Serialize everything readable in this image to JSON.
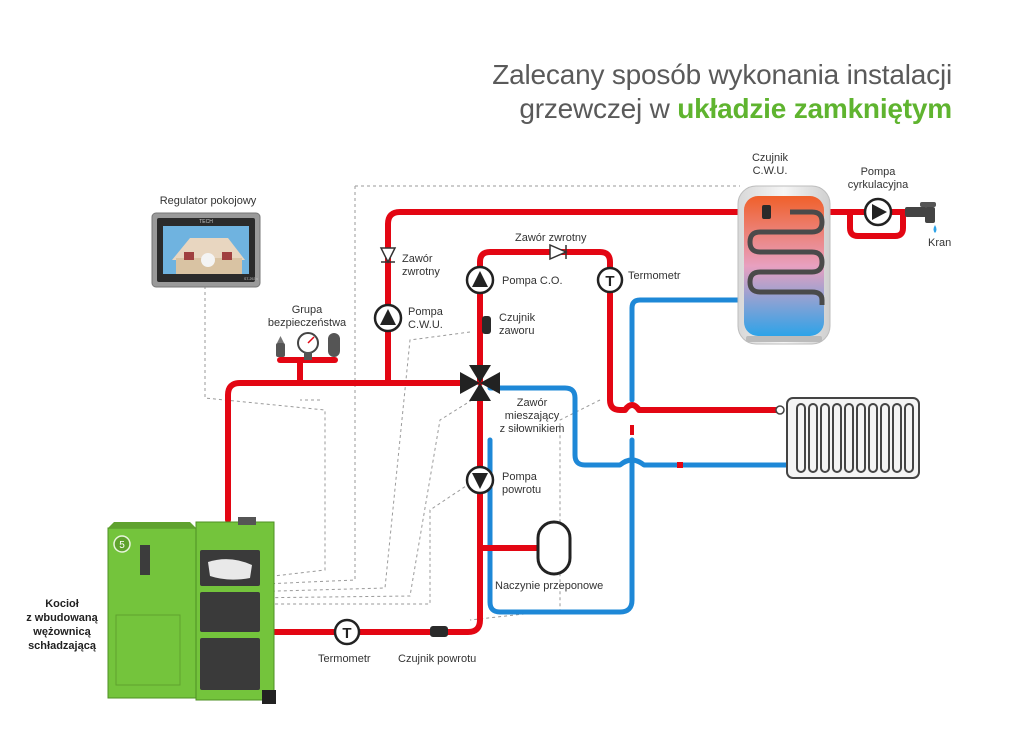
{
  "title": {
    "line1": "Zalecany sposób wykonania instalacji",
    "line2_prefix": "grzewczej w ",
    "line2_highlight": "układzie zamkniętym"
  },
  "labels": {
    "room_regulator": "Regulator pokojowy",
    "safety_group_1": "Grupa",
    "safety_group_2": "bezpieczeństwa",
    "check_valve_a_1": "Zawór",
    "check_valve_a_2": "zwrotny",
    "check_valve_b": "Zawór zwrotny",
    "pump_cwu_1": "Pompa",
    "pump_cwu_2": "C.W.U.",
    "pump_co": "Pompa C.O.",
    "thermometer_top": "Termometr",
    "valve_sensor_1": "Czujnik",
    "valve_sensor_2": "zaworu",
    "mixing_valve_1": "Zawór",
    "mixing_valve_2": "mieszający",
    "mixing_valve_3": "z siłownikiem",
    "return_pump_1": "Pompa",
    "return_pump_2": "powrotu",
    "expansion_vessel": "Naczynie przeponowe",
    "thermometer_bottom": "Termometr",
    "return_sensor": "Czujnik powrotu",
    "cwu_sensor_1": "Czujnik",
    "cwu_sensor_2": "C.W.U.",
    "circ_pump_1": "Pompa",
    "circ_pump_2": "cyrkulacyjna",
    "tap": "Kran",
    "boiler_1": "Kocioł",
    "boiler_2": "z wbudowaną",
    "boiler_3": "wężownicą",
    "boiler_4": "schładzającą",
    "regulator_brand": "TECH",
    "regulator_model": "ST-292 v"
  },
  "colors": {
    "hot_pipe": "#e30613",
    "cold_pipe": "#1e88d7",
    "accent_green": "#5fb42f",
    "boiler_green": "#74c43c",
    "title_gray": "#5a5a5a"
  }
}
